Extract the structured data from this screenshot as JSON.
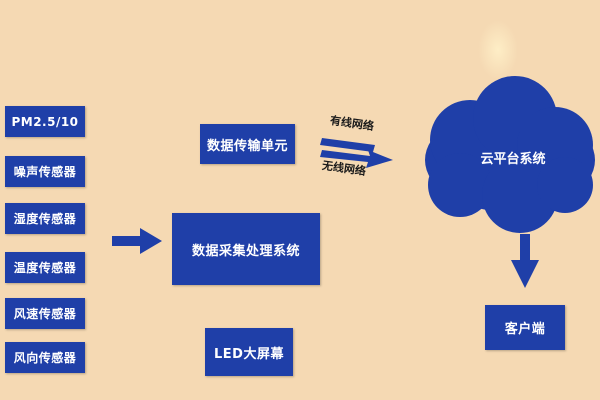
{
  "sensors": [
    {
      "label": "PM2.5/10"
    },
    {
      "label": "噪声传感器"
    },
    {
      "label": "湿度传感器"
    },
    {
      "label": "温度传感器"
    },
    {
      "label": "风速传感器"
    },
    {
      "label": "风向传感器"
    }
  ],
  "units": {
    "transmission": "数据传输单元",
    "processing": "数据采集处理系统",
    "led": "LED大屏幕",
    "cloud": "云平台系统",
    "client": "客户端"
  },
  "network": {
    "wired": "有线网络",
    "wireless": "无线网络"
  },
  "colors": {
    "background": "#f5d9b3",
    "box": "#1f3fa8",
    "box_text": "#ffffff"
  }
}
